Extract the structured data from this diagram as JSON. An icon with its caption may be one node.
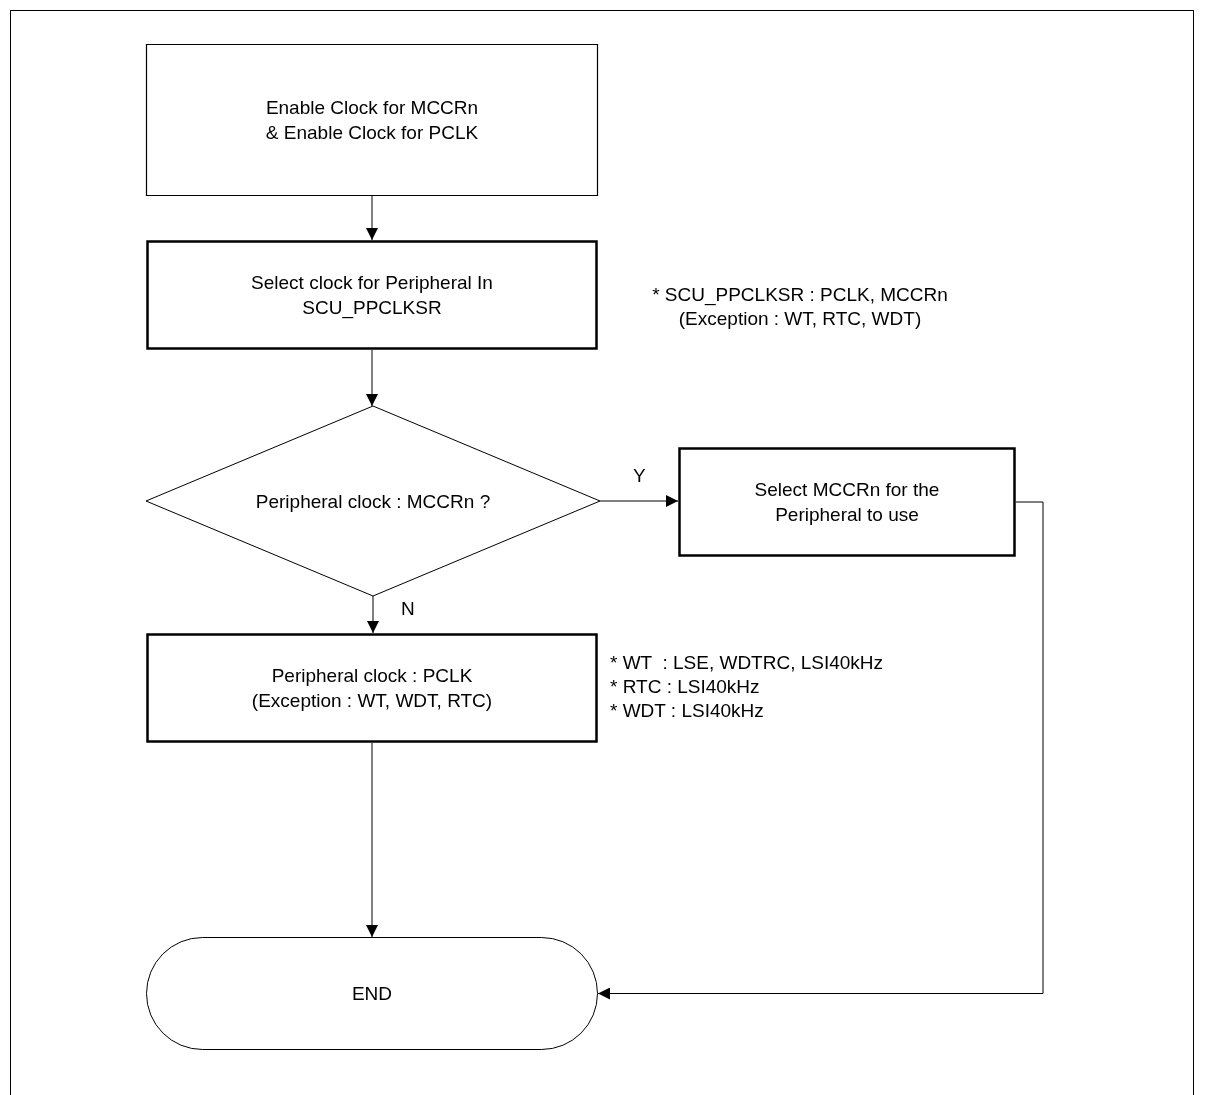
{
  "diagram": {
    "nodes": [
      {
        "text": [
          "Enable Clock for MCCRn & Enable Clock for PCLK"
        ]
      },
      {
        "text": [
          "Select clock for Peripheral In SCU_PPCLKSR"
        ],
        "beside": [
          "* SCU_PPCLKSR : PCLK, MCCRn (Exception : WT, RTC, WDT)"
        ]
      },
      {
        "text": [
          "Peripheral clock : MCCRn ?"
        ]
      },
      {
        "text": [
          "Select MCCRn for the Peripheral to use"
        ]
      },
      {
        "text": [
          "Peripheral clock : PCLK (Exception : WT, WDT, RTC)"
        ],
        "beside": [
          "* WT  : LSE, WDTRC, LSI40kHz",
          "* RTC : LSI40kHz",
          "* WDT : LSI40kHz"
        ]
      },
      {
        "text": [
          "END"
        ]
      }
    ],
    "edges": [
      {
        "from": 0,
        "to": 1,
        "arrow": "to"
      },
      {
        "from": 1,
        "to": 2,
        "arrow": "to"
      },
      {
        "from": 2,
        "to": 3,
        "arrow": "to",
        "label": "Y"
      },
      {
        "from": 2,
        "to": 4,
        "arrow": "to",
        "label": "N"
      },
      {
        "from": 4,
        "to": 5,
        "arrow": "to"
      },
      {
        "from": 3,
        "to": 5,
        "arrow": "to"
      }
    ]
  }
}
